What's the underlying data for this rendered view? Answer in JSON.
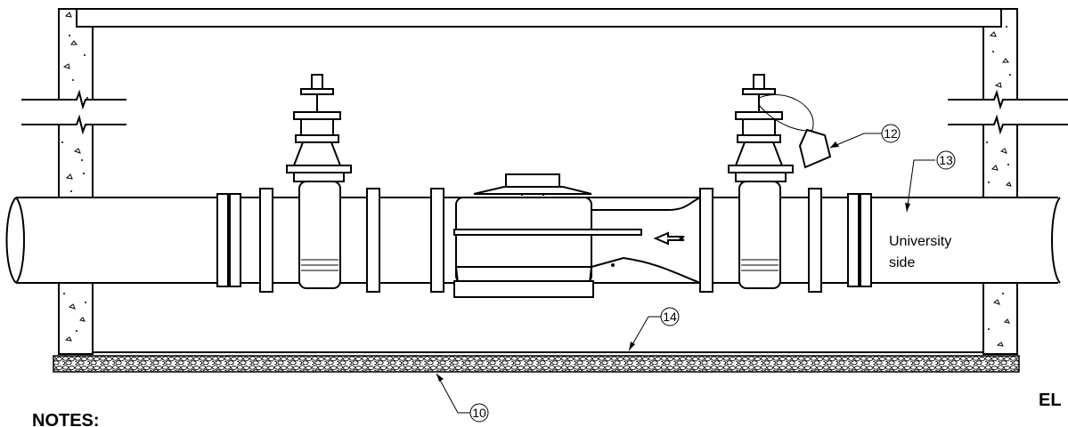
{
  "drawing": {
    "callouts": {
      "c10": "10",
      "c12": "12",
      "c13": "13",
      "c14": "14"
    },
    "pipe_label_line1": "University",
    "pipe_label_line2": "side",
    "notes_heading": "NOTES:",
    "edge_label": "EL",
    "icons": [
      "flow-direction-arrow-icon",
      "valve-tag-icon",
      "break-line-icon"
    ]
  }
}
